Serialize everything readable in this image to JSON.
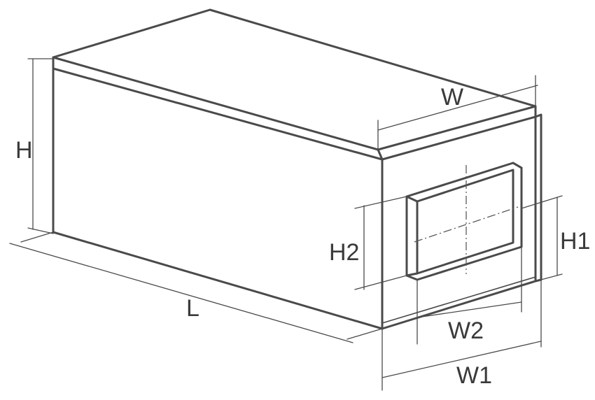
{
  "labels": {
    "length": "L",
    "height": "H",
    "width": "W",
    "width_1": "W1",
    "width_2": "W2",
    "height_1": "H1",
    "height_2": "H2"
  },
  "colors": {
    "line": "#4a4a4a",
    "text": "#3a3a3a",
    "background": "#ffffff"
  }
}
